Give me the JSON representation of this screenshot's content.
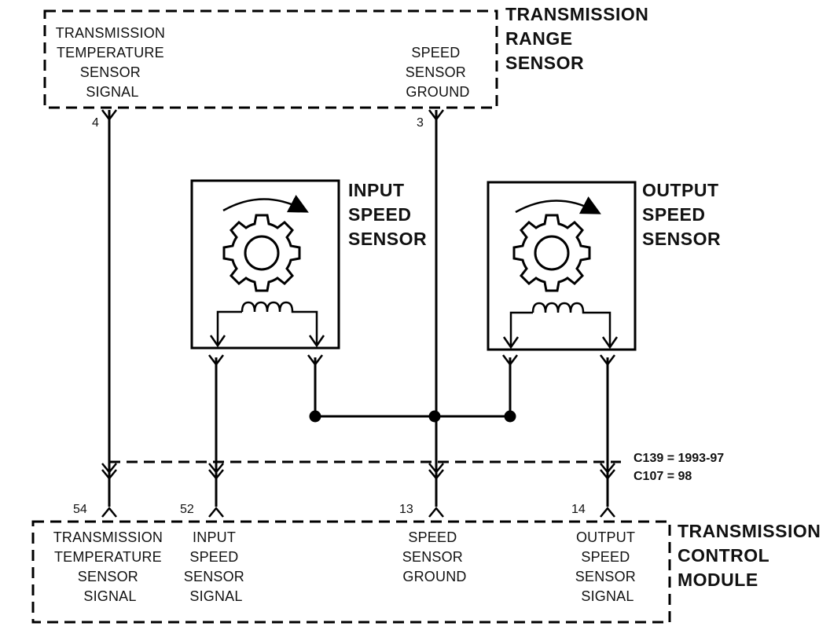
{
  "range_sensor": {
    "title": [
      "TRANSMISSION",
      "RANGE",
      "SENSOR"
    ],
    "signal_label": [
      "TRANSMISSION",
      "TEMPERATURE",
      "SENSOR",
      "SIGNAL"
    ],
    "ground_label": [
      "SPEED",
      "SENSOR",
      "GROUND"
    ],
    "pin_signal": "4",
    "pin_ground": "3"
  },
  "input_sensor": {
    "title": [
      "INPUT",
      "SPEED",
      "SENSOR"
    ]
  },
  "output_sensor": {
    "title": [
      "OUTPUT",
      "SPEED",
      "SENSOR"
    ]
  },
  "connector_note": [
    "C139 = 1993-97",
    "C107 = 98"
  ],
  "control_module": {
    "title": [
      "TRANSMISSION",
      "CONTROL",
      "MODULE"
    ],
    "pins": [
      "54",
      "52",
      "13",
      "14"
    ],
    "labels": [
      [
        "TRANSMISSION",
        "TEMPERATURE",
        "SENSOR",
        "SIGNAL"
      ],
      [
        "INPUT",
        "SPEED",
        "SENSOR",
        "SIGNAL"
      ],
      [
        "SPEED",
        "SENSOR",
        "GROUND"
      ],
      [
        "OUTPUT",
        "SPEED",
        "SENSOR",
        "SIGNAL"
      ]
    ]
  }
}
